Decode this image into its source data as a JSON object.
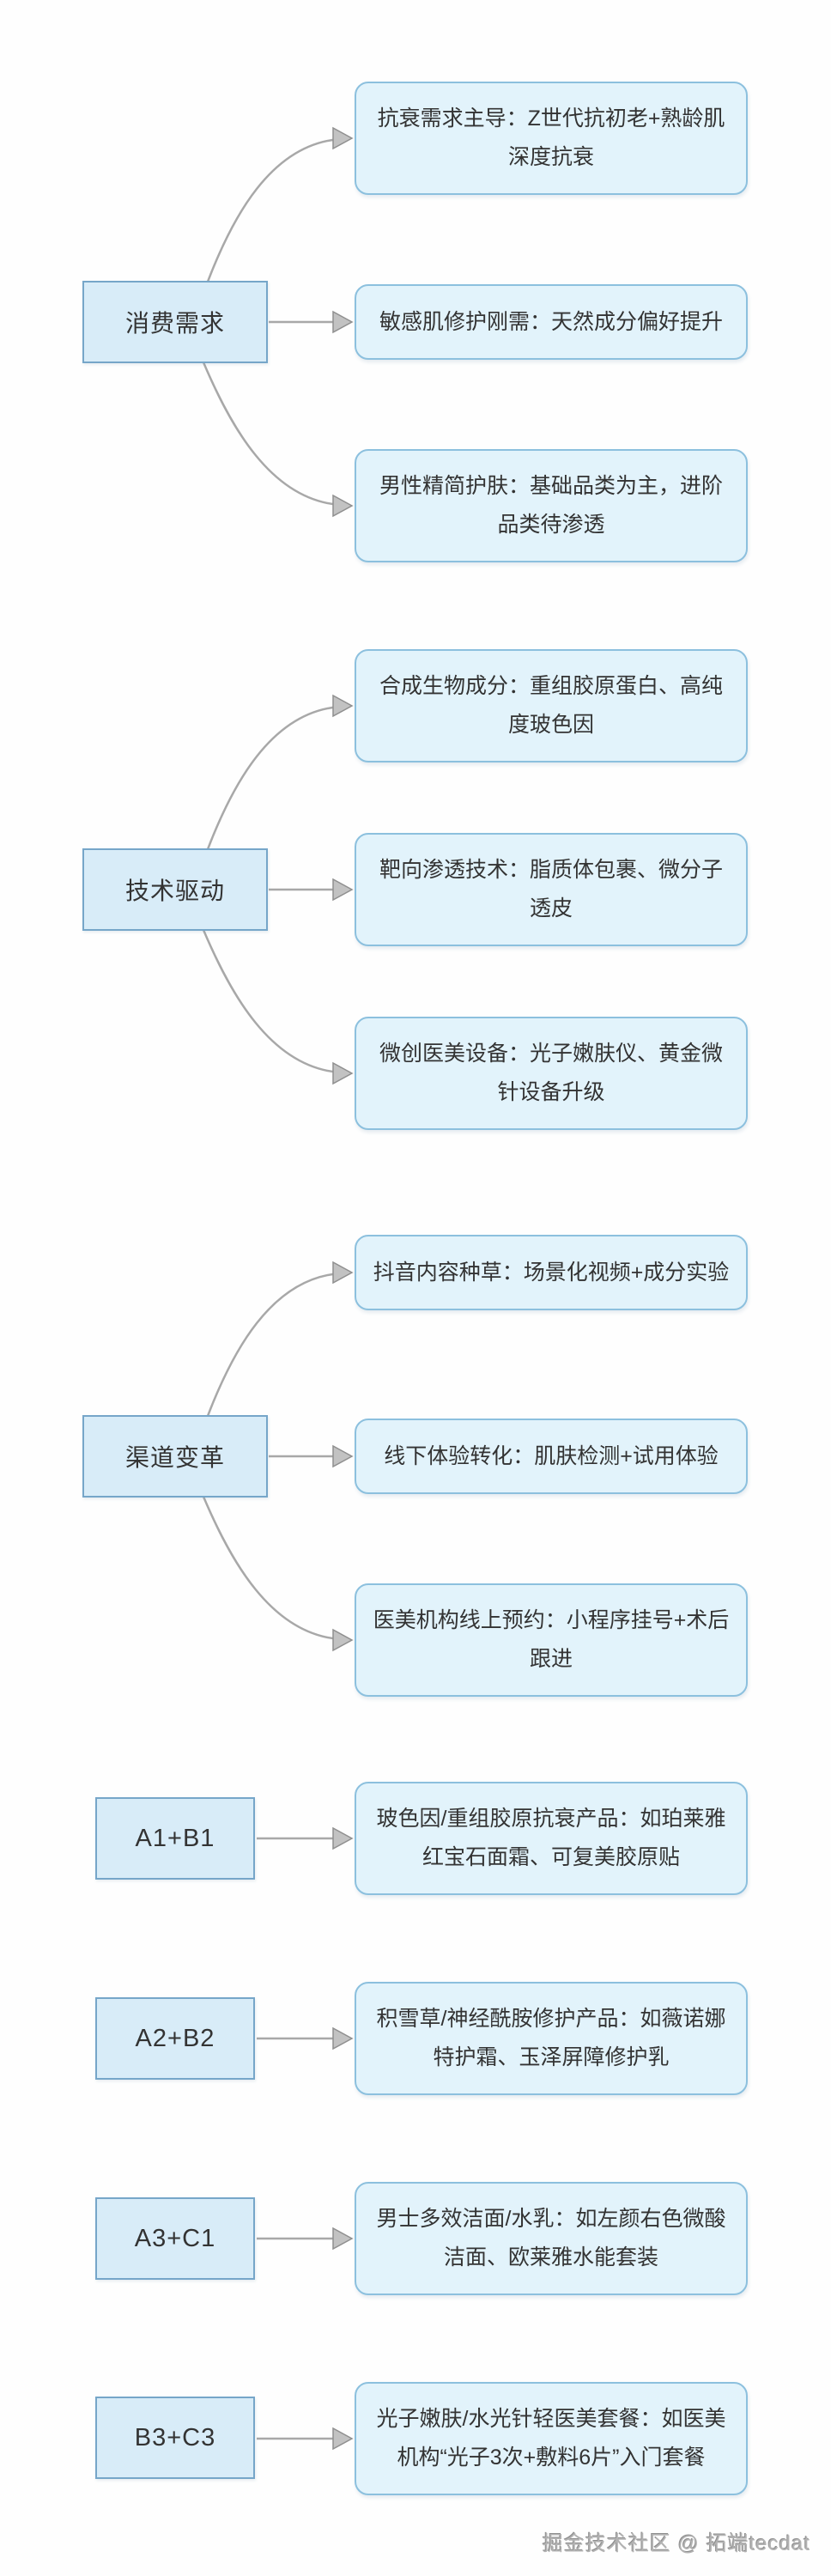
{
  "palette": {
    "node_fill": "#d8ecf8",
    "node_border": "#76a6c9",
    "box_fill": "#e2f3fb",
    "box_border": "#8cc0de",
    "arrow": "#a8a8a8",
    "text": "#333333",
    "footer_text": "#b3b3b3"
  },
  "tree_groups": [
    {
      "node": {
        "label": "消费需求"
      },
      "children": [
        {
          "text": "抗衰需求主导：Z世代抗初老+熟龄肌\n深度抗衰"
        },
        {
          "text": "敏感肌修护刚需：天然成分偏好提升"
        },
        {
          "text": "男性精简护肤：基础品类为主，进阶\n品类待渗透"
        }
      ]
    },
    {
      "node": {
        "label": "技术驱动"
      },
      "children": [
        {
          "text": "合成生物成分：重组胶原蛋白、高纯\n度玻色因"
        },
        {
          "text": "靶向渗透技术：脂质体包裹、微分子\n透皮"
        },
        {
          "text": "微创医美设备：光子嫩肤仪、黄金微\n针设备升级"
        }
      ]
    },
    {
      "node": {
        "label": "渠道变革"
      },
      "children": [
        {
          "text": "抖音内容种草：场景化视频+成分实验"
        },
        {
          "text": "线下体验转化：肌肤检测+试用体验"
        },
        {
          "text": "医美机构线上预约：小程序挂号+术后\n跟进"
        }
      ]
    }
  ],
  "pair_groups": [
    {
      "node": {
        "label": "A1+B1"
      },
      "child": {
        "text": "玻色因/重组胶原抗衰产品：如珀莱雅\n红宝石面霜、可复美胶原贴"
      }
    },
    {
      "node": {
        "label": "A2+B2"
      },
      "child": {
        "text": "积雪草/神经酰胺修护产品：如薇诺娜\n特护霜、玉泽屏障修护乳"
      }
    },
    {
      "node": {
        "label": "A3+C1"
      },
      "child": {
        "text": "男士多效洁面/水乳：如左颜右色微酸\n洁面、欧莱雅水能套装"
      }
    },
    {
      "node": {
        "label": "B3+C3"
      },
      "child": {
        "text": "光子嫩肤/水光针轻医美套餐：如医美\n机构“光子3次+敷料6片”入门套餐"
      }
    }
  ],
  "footer": {
    "credit": "掘金技术社区 @ 拓端tecdat"
  }
}
